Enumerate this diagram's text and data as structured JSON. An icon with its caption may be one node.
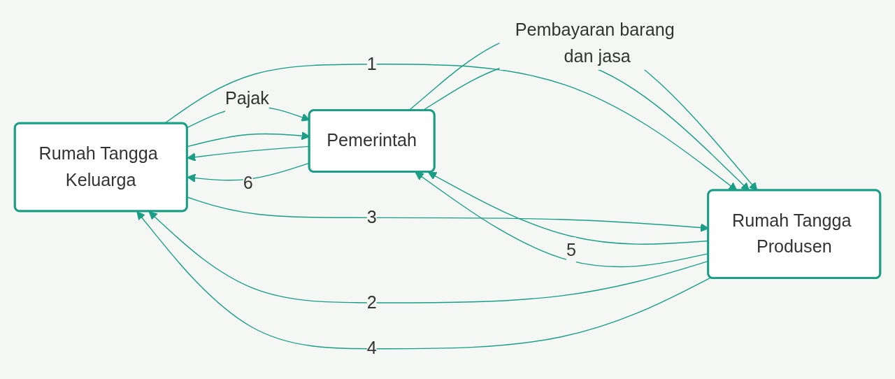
{
  "diagram": {
    "nodes": [
      {
        "text": [
          "Rumah Tangga Keluarga"
        ]
      },
      {
        "text": [
          "Pemerintah"
        ]
      },
      {
        "text": [
          "Rumah Tangga Produsen"
        ]
      }
    ],
    "edges": [
      {
        "from": 0,
        "to": 1,
        "arrow": "to",
        "label": "Pajak"
      },
      {
        "from": 1,
        "to": 0,
        "arrow": "to"
      },
      {
        "from": 0,
        "to": 1,
        "arrow": "to"
      },
      {
        "from": 1,
        "to": 0,
        "arrow": "to",
        "label": "6"
      },
      {
        "from": 2,
        "to": 1,
        "arrow": "to",
        "label": "5"
      },
      {
        "from": 1,
        "to": 2,
        "arrow": "to"
      },
      {
        "from": 2,
        "to": 1,
        "arrow": "to"
      },
      {
        "from": 1,
        "to": 2,
        "arrow": "to",
        "label": "Pembayaran barang dan jasa"
      },
      {
        "from": 0,
        "to": 2,
        "arrow": "to",
        "label": "1"
      },
      {
        "from": 2,
        "to": 0,
        "arrow": "to",
        "label": "2"
      },
      {
        "from": 0,
        "to": 2,
        "arrow": "to",
        "label": "3"
      },
      {
        "from": 2,
        "to": 0,
        "arrow": "to",
        "label": "4"
      }
    ]
  }
}
